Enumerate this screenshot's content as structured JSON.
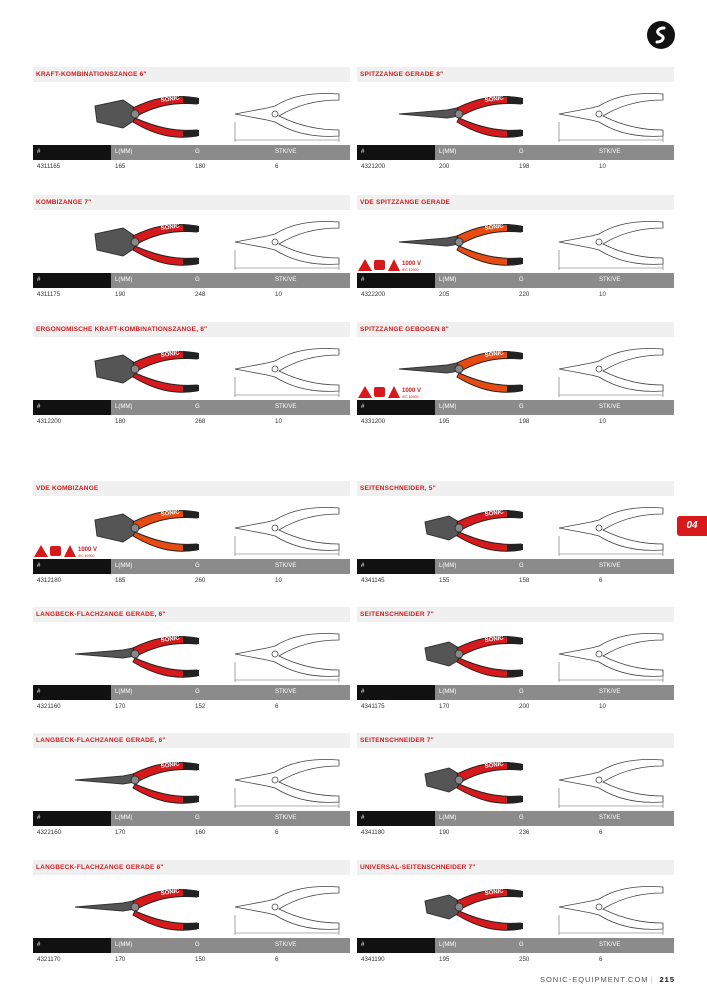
{
  "headers": [
    "#",
    "L(MM)",
    "G",
    "STK/VE"
  ],
  "side_tab": "04",
  "footer": {
    "site": "SONIC-EQUIPMENT.COM",
    "page": "215"
  },
  "brand_text": "SONIC",
  "badge": {
    "voltage": "1000 V",
    "standard": "IEC 60900"
  },
  "colors": {
    "accent": "#d7191c",
    "header_gray": "#8b8b8b",
    "header_dark": "#111111"
  },
  "products": [
    {
      "title": "KRAFT-KOMBINATIONSZANGE 6\"",
      "art": "4311165",
      "l": "165",
      "g": "180",
      "stk": "6",
      "icon": "combination-pliers",
      "vde": false
    },
    {
      "title": "SPITZZANGE GERADE 8\"",
      "art": "4321200",
      "l": "200",
      "g": "198",
      "stk": "10",
      "icon": "needle-nose-pliers",
      "vde": false
    },
    {
      "title": "KOMBIZANGE 7\"",
      "art": "4311175",
      "l": "190",
      "g": "248",
      "stk": "10",
      "icon": "combination-pliers",
      "vde": false
    },
    {
      "title": "VDE SPITZZANGE GERADE",
      "art": "4322200",
      "l": "205",
      "g": "220",
      "stk": "10",
      "icon": "vde-needle-nose-pliers",
      "vde": true
    },
    {
      "title": "ERGONOMISCHE KRAFT-KOMBINATIONSZANGE, 8\"",
      "art": "4312200",
      "l": "180",
      "g": "268",
      "stk": "10",
      "icon": "ergonomic-pliers",
      "vde": false
    },
    {
      "title": "SPITZZANGE GEBOGEN 8\"",
      "art": "4331200",
      "l": "195",
      "g": "198",
      "stk": "10",
      "icon": "bent-nose-pliers",
      "vde": true
    },
    {
      "title": "VDE KOMBIZANGE",
      "art": "4312180",
      "l": "185",
      "g": "260",
      "stk": "10",
      "icon": "vde-combination-pliers",
      "vde": true
    },
    {
      "title": "SEITENSCHNEIDER, 5\"",
      "art": "4341145",
      "l": "155",
      "g": "158",
      "stk": "6",
      "icon": "side-cutter",
      "vde": false
    },
    {
      "title": "LANGBECK-FLACHZANGE GERADE, 6\"",
      "art": "4321160",
      "l": "170",
      "g": "152",
      "stk": "6",
      "icon": "flat-nose-pliers",
      "vde": false
    },
    {
      "title": "SEITENSCHNEIDER 7\"",
      "art": "4341175",
      "l": "170",
      "g": "200",
      "stk": "10",
      "icon": "side-cutter",
      "vde": false
    },
    {
      "title": "LANGBECK-FLACHZANGE GERADE, 6\"",
      "art": "4322160",
      "l": "170",
      "g": "160",
      "stk": "6",
      "icon": "flat-nose-pliers",
      "vde": false
    },
    {
      "title": "SEITENSCHNEIDER 7\"",
      "art": "4341180",
      "l": "190",
      "g": "236",
      "stk": "6",
      "icon": "side-cutter",
      "vde": false
    },
    {
      "title": "LANGBECK-FLACHZANGE GERADE 6\"",
      "art": "4321170",
      "l": "170",
      "g": "150",
      "stk": "6",
      "icon": "flat-nose-pliers",
      "vde": false
    },
    {
      "title": "UNIVERSAL-SEITENSCHNEIDER 7\"",
      "art": "4341190",
      "l": "195",
      "g": "250",
      "stk": "6",
      "icon": "universal-side-cutter",
      "vde": false
    }
  ]
}
